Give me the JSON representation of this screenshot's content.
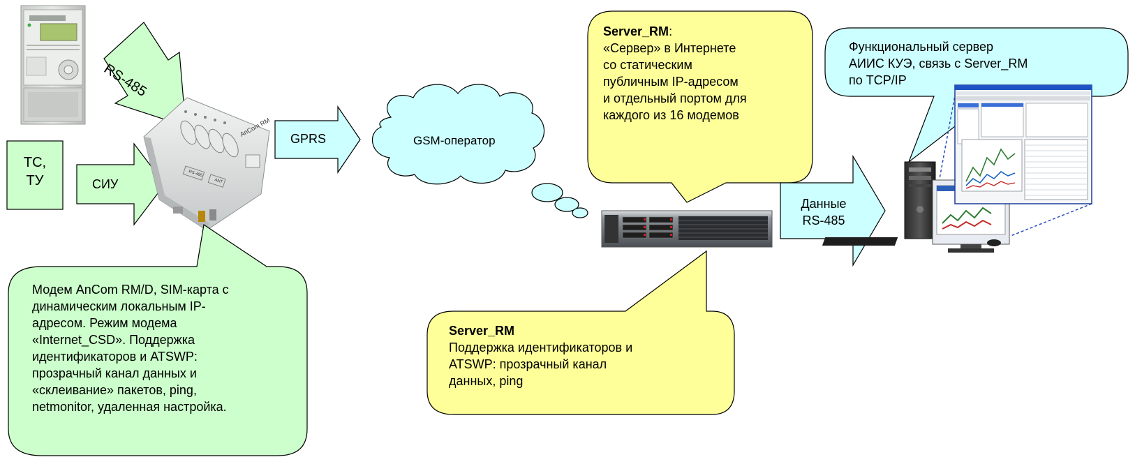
{
  "tc_box": {
    "line1": "ТС,",
    "line2": "ТУ"
  },
  "arrows": {
    "rs485": "RS-485",
    "siu": "СИУ",
    "gprs": "GPRS",
    "data": {
      "line1": "Данные",
      "line2": "RS-485"
    }
  },
  "cloud": {
    "label": "GSM-оператор"
  },
  "modem_callout": {
    "text": "Модем AnCom RM/D, SIM-карта с\nдинамическим локальным IP-\nадресом. Режим модема\n«Internet_CSD». Поддержка\nидентификаторов и ATSWP:\nпрозрачный канал данных и\n«склеивание» пакетов,  ping,\nnetmonitor, удаленная настройка."
  },
  "server_top_callout": {
    "title": "Server_RM",
    "title_suffix": ":",
    "text": "«Сервер» в Интернете\nсо статическим\nпубличным IP-адресом\nи отдельный портом для\nкаждого из 16 модемов"
  },
  "server_bottom_callout": {
    "title": "Server_RM",
    "text": "Поддержка идентификаторов и\nATSWP: прозрачный канал\nданных, ping"
  },
  "func_server_callout": {
    "text": "Функциональный сервер\nАИИС КУЭ, связь с Server_RM\nпо TCP/IP"
  },
  "modem_device": {
    "brand_text": "AnCom RM",
    "port1": "RS-485",
    "port2": "ANT"
  },
  "colors": {
    "green_fill": "#ccffcc",
    "yellow_fill": "#ffff99",
    "cyan_fill": "#ccffff",
    "stroke": "#000000"
  }
}
